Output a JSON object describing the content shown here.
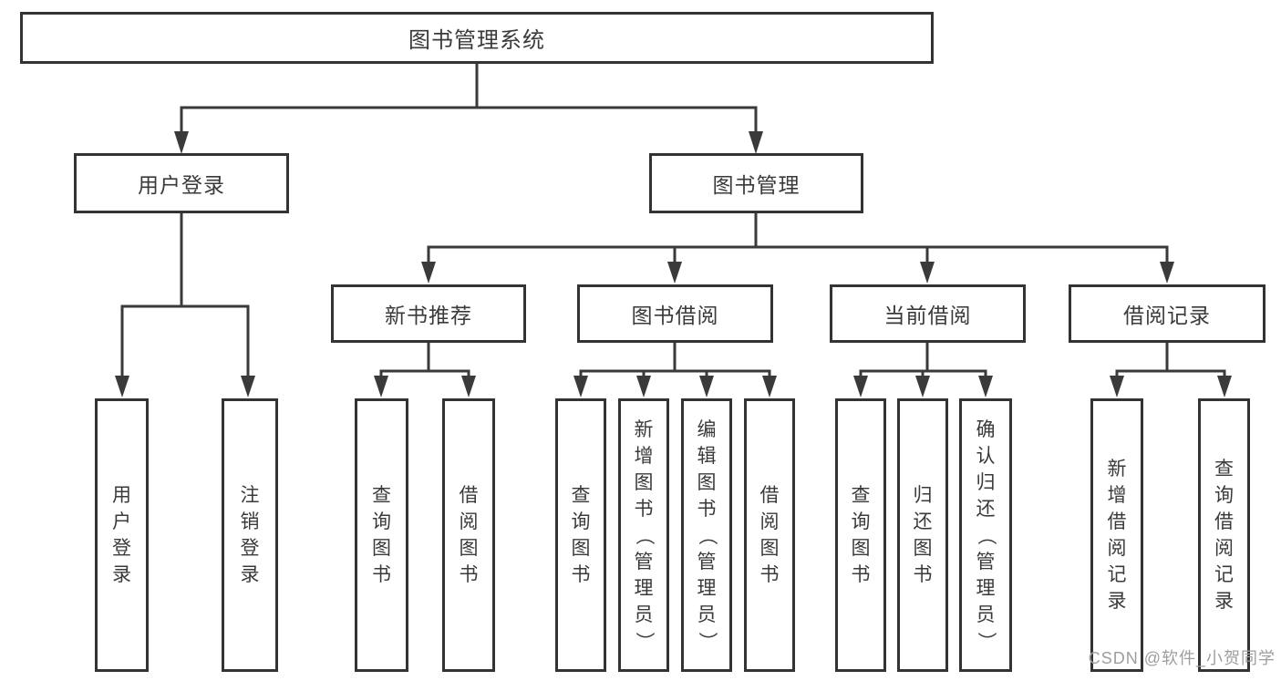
{
  "tree": {
    "label": "图书管理系统",
    "children": [
      {
        "label": "用户登录",
        "children": [
          {
            "label": "用户登录"
          },
          {
            "label": "注销登录"
          }
        ]
      },
      {
        "label": "图书管理",
        "children": [
          {
            "label": "新书推荐",
            "children": [
              {
                "label": "查询图书"
              },
              {
                "label": "借阅图书"
              }
            ]
          },
          {
            "label": "图书借阅",
            "children": [
              {
                "label": "查询图书"
              },
              {
                "label": "新增图书（管理员）"
              },
              {
                "label": "编辑图书（管理员）"
              },
              {
                "label": "借阅图书"
              }
            ]
          },
          {
            "label": "当前借阅",
            "children": [
              {
                "label": "查询图书"
              },
              {
                "label": "归还图书"
              },
              {
                "label": "确认归还（管理员）"
              }
            ]
          },
          {
            "label": "借阅记录",
            "children": [
              {
                "label": "新增借阅记录"
              },
              {
                "label": "查询借阅记录"
              }
            ]
          }
        ]
      }
    ]
  },
  "watermark": "CSDN @软件_小贺同学",
  "colors": {
    "line": "#3a3a3a",
    "box_border": "#333333",
    "text": "#3a3a3a",
    "background": "#ffffff",
    "watermark": "#9e9e9e"
  }
}
